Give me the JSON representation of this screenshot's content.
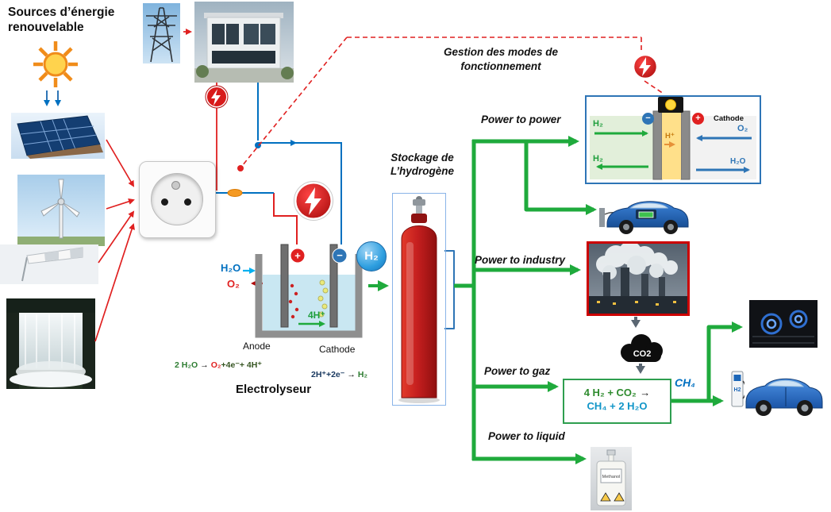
{
  "sources_title": "Sources d’énergie renouvelable",
  "management_label": "Gestion des modes de fonctionnement",
  "storage_label": "Stockage de L’hydrogène",
  "flows": {
    "power_to_power": "Power to power",
    "power_to_industry": "Power to industry",
    "power_to_gaz": "Power to gaz",
    "power_to_liquid": "Power to liquid"
  },
  "electrolyzer": {
    "title": "Electrolyseur",
    "anode": "Anode",
    "cathode": "Cathode",
    "water_in": "H₂O",
    "oxygen_out": "O₂",
    "protons": "4H⁺",
    "plus": "+",
    "minus": "−",
    "anode_reaction": {
      "lhs": "2 H₂O",
      "arrow": "→",
      "product_o2": "O₂",
      "rest": "+4e⁻+ 4H⁺"
    },
    "cathode_reaction": {
      "lhs": "2H⁺+2e⁻",
      "arrow": "→",
      "product_h2": "H₂"
    }
  },
  "hydrogen_badge": "H₂",
  "fuel_cell": {
    "cathode_label": "Cathode",
    "h2_in": "H₂",
    "h2_out": "H₂",
    "o2_in": "O₂",
    "h2o_out": "H₂O",
    "protons": "H⁺",
    "plus": "+",
    "minus": "−"
  },
  "methanation": {
    "co2": "CO2",
    "reactants": "4 H₂ + CO₂",
    "arrow": "→",
    "products": "CH₄ + 2 H₂O",
    "ch4": "CH₄"
  },
  "refueling": {
    "pump_label": "H2"
  },
  "methanol_bottle": {
    "label": "Methanol"
  },
  "colors": {
    "flow_green": "#1faa3c",
    "electric_red": "#e02020",
    "wire_blue": "#0070c0",
    "hydrogen_blue": "#2e9fe0",
    "co2_black": "#0d0d0d"
  },
  "icons": [
    "sun",
    "solar-panels",
    "wind-turbine",
    "wind-sock",
    "waterfall",
    "power-line-tower",
    "smart-home",
    "power-outlet",
    "lightning",
    "electrolyzer-cell",
    "hydrogen-cylinder",
    "fuel-cell",
    "fuel-cell-car",
    "factory",
    "co2-cloud",
    "methanation-reactor",
    "gas-stove",
    "hydrogen-car",
    "h2-pump",
    "methanol-bottle",
    "lightbulb"
  ]
}
